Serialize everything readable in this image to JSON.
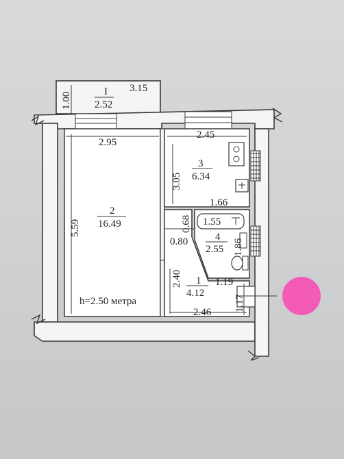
{
  "balcony": {
    "number": "I",
    "area": "2.52",
    "length": "3.15",
    "depth": "1.00"
  },
  "rooms": [
    {
      "number": "1",
      "area": "4.12"
    },
    {
      "number": "2",
      "area": "16.49"
    },
    {
      "number": "3",
      "area": "6.34"
    },
    {
      "number": "4",
      "area": "2.55"
    }
  ],
  "dimensions": {
    "room2_width": "2.95",
    "room2_length": "5.59",
    "room3_width": "2.45",
    "room3_length": "3.05",
    "room4_width": "1.66",
    "room4_partition": "0.68",
    "room4_depth": "1.86",
    "room4_inner": "1.55",
    "door_gap": "0.80",
    "room1_side": "2.40",
    "room1_width": "1.19",
    "room1_length": "1.17",
    "room1_bottom": "2.46"
  },
  "height_note": "h=2.50 метра",
  "colors": {
    "marker": "#f45ab8"
  }
}
